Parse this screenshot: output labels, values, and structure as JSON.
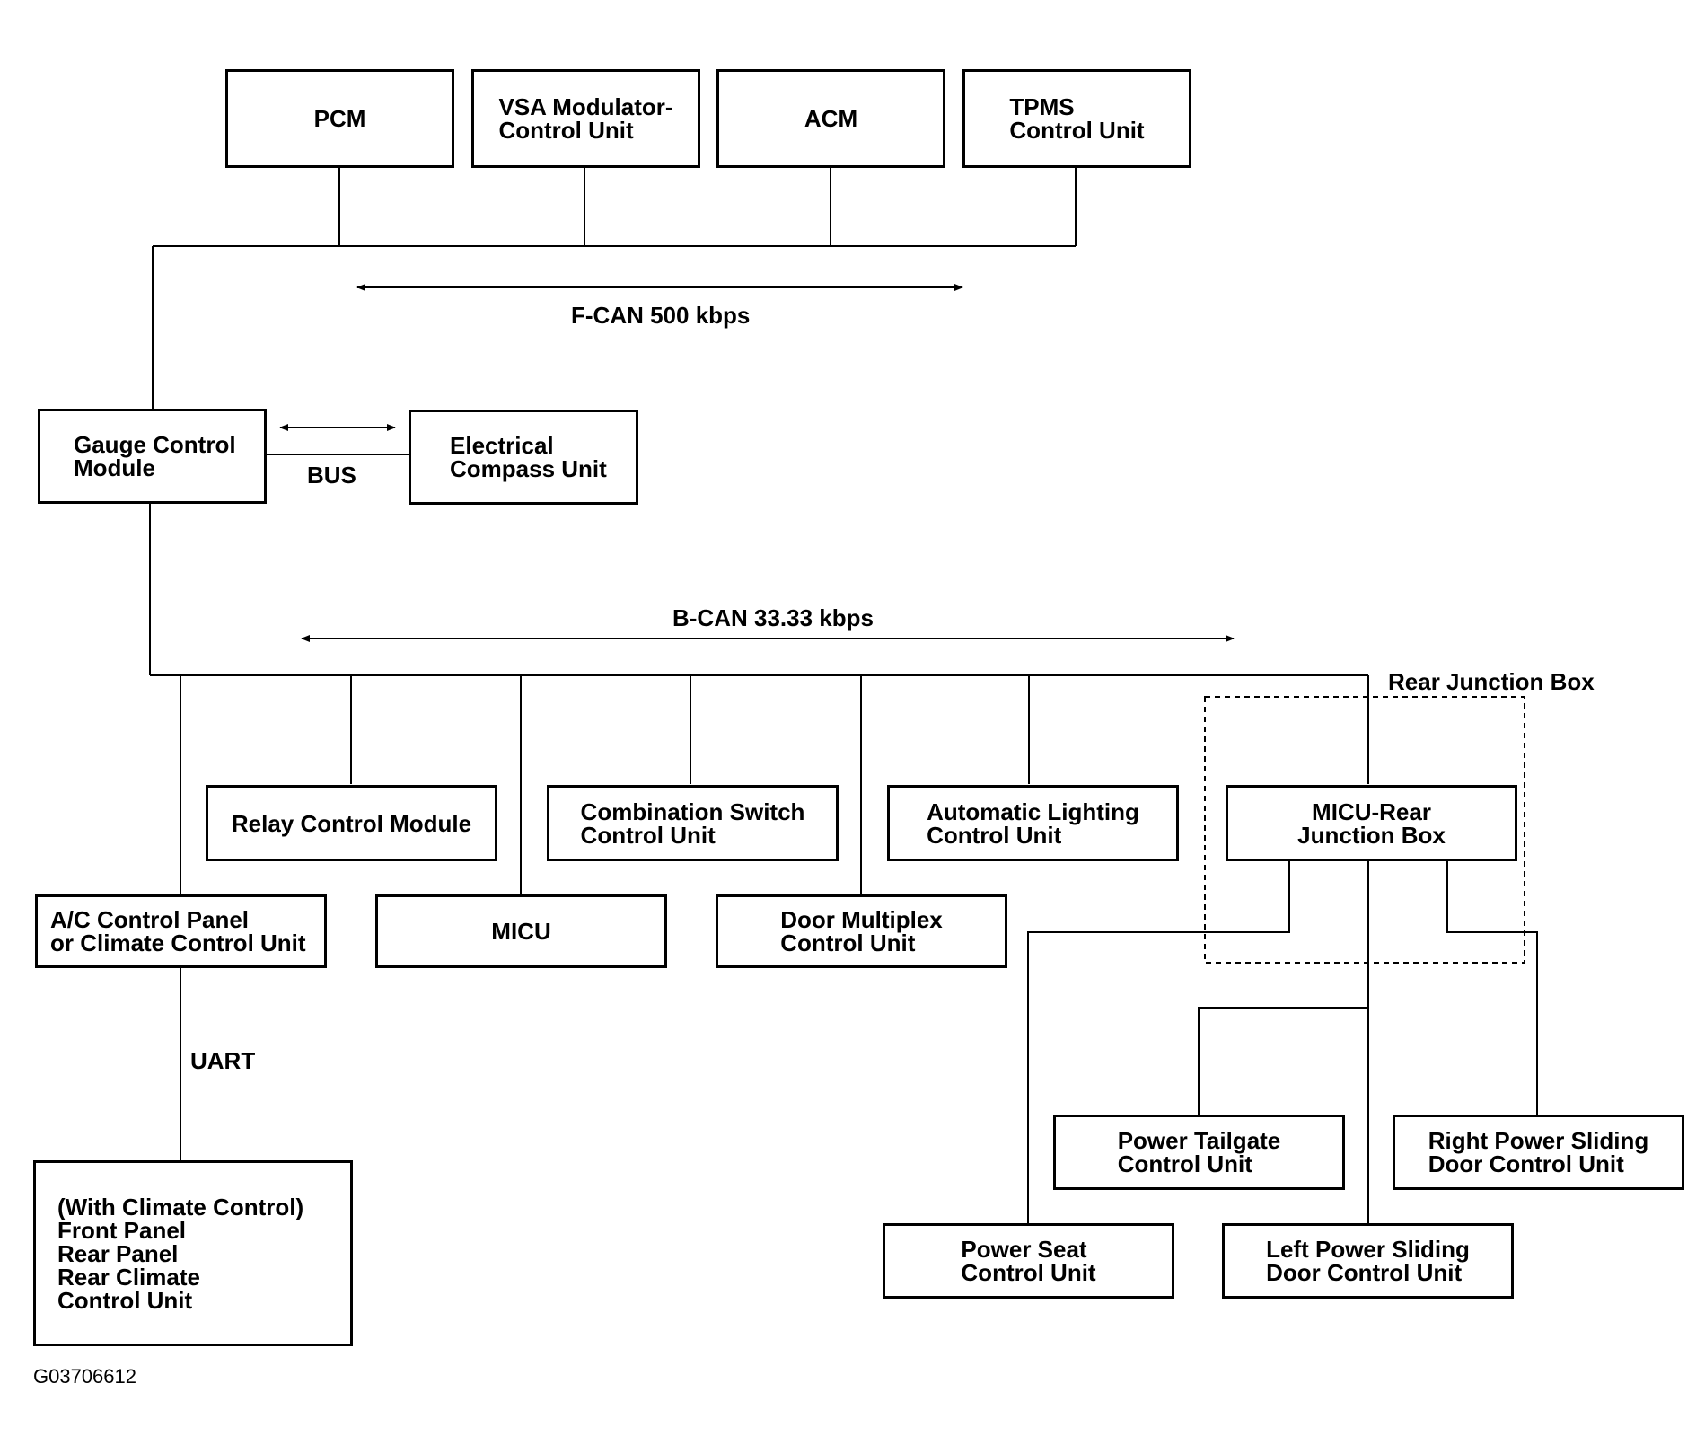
{
  "fcan": {
    "modules": {
      "pcm": [
        "PCM"
      ],
      "vsa": [
        "VSA Modulator-",
        "Control Unit"
      ],
      "acm": [
        "ACM"
      ],
      "tpms": [
        "TPMS",
        "Control Unit"
      ]
    },
    "label": "F-CAN 500 kbps"
  },
  "gauge": {
    "module": [
      "Gauge Control",
      "Module"
    ],
    "compass": [
      "Electrical",
      "Compass Unit"
    ],
    "bus_label": "BUS"
  },
  "bcan": {
    "label": "B-CAN 33.33 kbps",
    "modules": {
      "relay": [
        "Relay Control Module"
      ],
      "combo": [
        "Combination Switch",
        "Control Unit"
      ],
      "lighting": [
        "Automatic Lighting",
        "Control Unit"
      ],
      "micu_rear": [
        "MICU-Rear",
        "Junction Box"
      ],
      "ac": [
        "A/C Control Panel",
        "or Climate Control Unit"
      ],
      "micu": [
        "MICU"
      ],
      "door_mux": [
        "Door Multiplex",
        "Control Unit"
      ]
    }
  },
  "rear_junction": {
    "label": "Rear Junction Box",
    "modules": {
      "tailgate": [
        "Power Tailgate",
        "Control Unit"
      ],
      "right_door": [
        "Right Power Sliding",
        "Door Control Unit"
      ],
      "seat": [
        "Power Seat",
        "Control Unit"
      ],
      "left_door": [
        "Left Power Sliding",
        "Door Control Unit"
      ]
    }
  },
  "uart": {
    "label": "UART",
    "climate_module": [
      "(With Climate Control)",
      "Front Panel",
      "Rear Panel",
      "Rear Climate",
      "Control Unit"
    ]
  },
  "figure_id": "G03706612"
}
